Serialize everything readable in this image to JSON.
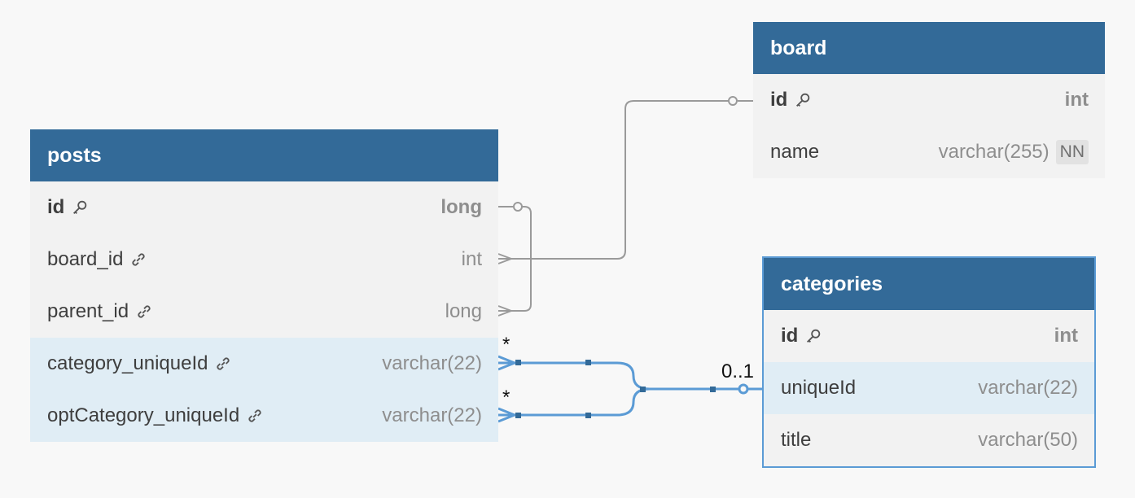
{
  "tables": {
    "board": {
      "title": "board",
      "columns": [
        {
          "name": "id",
          "type": "int",
          "pk": true
        },
        {
          "name": "name",
          "type": "varchar(255)",
          "badge": "NN"
        }
      ]
    },
    "posts": {
      "title": "posts",
      "columns": [
        {
          "name": "id",
          "type": "long",
          "pk": true
        },
        {
          "name": "board_id",
          "type": "int",
          "fk": true
        },
        {
          "name": "parent_id",
          "type": "long",
          "fk": true
        },
        {
          "name": "category_uniqueId",
          "type": "varchar(22)",
          "fk": true
        },
        {
          "name": "optCategory_uniqueId",
          "type": "varchar(22)",
          "fk": true
        }
      ]
    },
    "categories": {
      "title": "categories",
      "columns": [
        {
          "name": "id",
          "type": "int",
          "pk": true
        },
        {
          "name": "uniqueId",
          "type": "varchar(22)"
        },
        {
          "name": "title",
          "type": "varchar(50)"
        }
      ]
    }
  },
  "relations": {
    "many_label_1": "*",
    "many_label_2": "*",
    "optional_one_label": "0..1"
  },
  "colors": {
    "header": "#336a98",
    "table_bg": "#f2f2f2",
    "highlight_row": "#e0edf5",
    "relation_active": "#5b9bd5",
    "relation_inactive": "#9a9a9a"
  }
}
